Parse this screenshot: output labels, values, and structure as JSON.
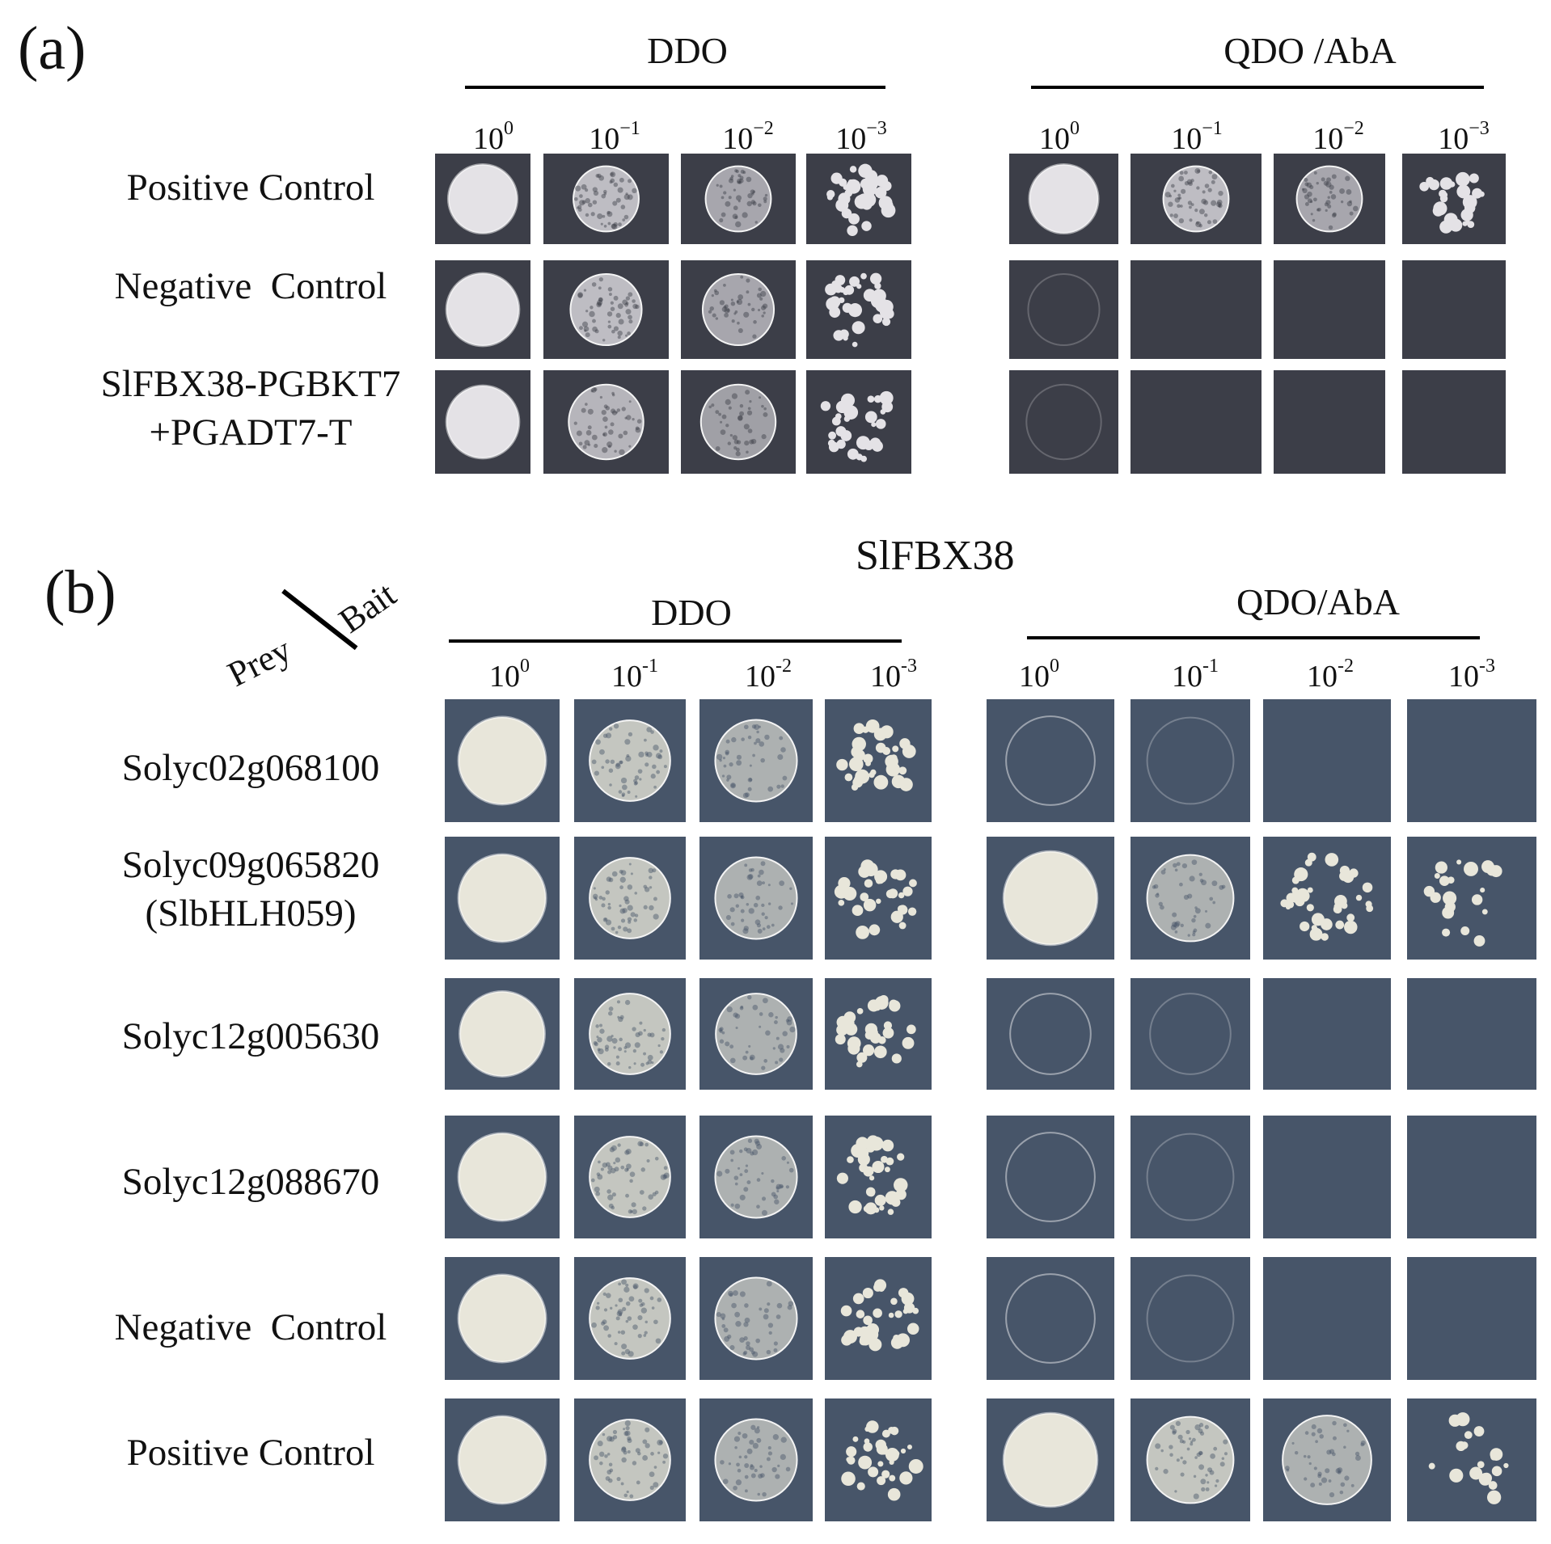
{
  "panel_a": {
    "letter": "(a)",
    "conditions": [
      "DDO",
      "QDO /AbA"
    ],
    "dilutions": [
      {
        "base": "10",
        "exp": "0"
      },
      {
        "base": "10",
        "exp": "−1"
      },
      {
        "base": "10",
        "exp": "−2"
      },
      {
        "base": "10",
        "exp": "−3"
      }
    ],
    "rows": [
      {
        "label1": "Positive Control",
        "label2": ""
      },
      {
        "label1": "Negative  Control",
        "label2": ""
      },
      {
        "label1": "SlFBX38-PGBKT7",
        "label2": "+PGADT7-T"
      }
    ],
    "growth_levels": [
      [
        [
          1.0,
          0.85,
          0.7,
          0.45
        ],
        [
          1.0,
          0.85,
          0.7,
          0.35
        ]
      ],
      [
        [
          1.0,
          0.85,
          0.7,
          0.45
        ],
        [
          0.03,
          0,
          0,
          0
        ]
      ],
      [
        [
          1.0,
          0.8,
          0.65,
          0.4
        ],
        [
          0.03,
          0,
          0,
          0
        ]
      ]
    ],
    "colors": {
      "plate_bg": "#3c3e48",
      "colony": "#e4e2e6"
    }
  },
  "panel_b": {
    "letter": "(b)",
    "title": "SlFBX38",
    "prey": "Prey",
    "bait": "Bait",
    "conditions": [
      "DDO",
      "QDO/AbA"
    ],
    "dilutions": [
      {
        "base": "10",
        "exp": "0"
      },
      {
        "base": "10",
        "exp": "-1"
      },
      {
        "base": "10",
        "exp": "-2"
      },
      {
        "base": "10",
        "exp": "-3"
      }
    ],
    "rows": [
      {
        "label1": "Solyc02g068100",
        "label2": ""
      },
      {
        "label1": "Solyc09g065820",
        "label2": "(SlbHLH059)"
      },
      {
        "label1": "Solyc12g005630",
        "label2": ""
      },
      {
        "label1": "Solyc12g088670",
        "label2": ""
      },
      {
        "label1": "Negative  Control",
        "label2": ""
      },
      {
        "label1": "Positive Control",
        "label2": ""
      }
    ],
    "growth_levels": [
      [
        [
          1.0,
          0.85,
          0.7,
          0.45
        ],
        [
          0.15,
          0.05,
          0,
          0
        ]
      ],
      [
        [
          1.0,
          0.85,
          0.7,
          0.45
        ],
        [
          1.0,
          0.7,
          0.55,
          0.3
        ]
      ],
      [
        [
          1.0,
          0.85,
          0.7,
          0.45
        ],
        [
          0.15,
          0.05,
          0,
          0
        ]
      ],
      [
        [
          1.0,
          0.85,
          0.7,
          0.45
        ],
        [
          0.15,
          0.05,
          0,
          0
        ]
      ],
      [
        [
          1.0,
          0.85,
          0.7,
          0.45
        ],
        [
          0.15,
          0.05,
          0,
          0
        ]
      ],
      [
        [
          1.0,
          0.85,
          0.7,
          0.45
        ],
        [
          1.0,
          0.85,
          0.7,
          0.25
        ]
      ]
    ],
    "colors": {
      "plate_bg": "#475569",
      "colony": "#e8e6da"
    }
  }
}
